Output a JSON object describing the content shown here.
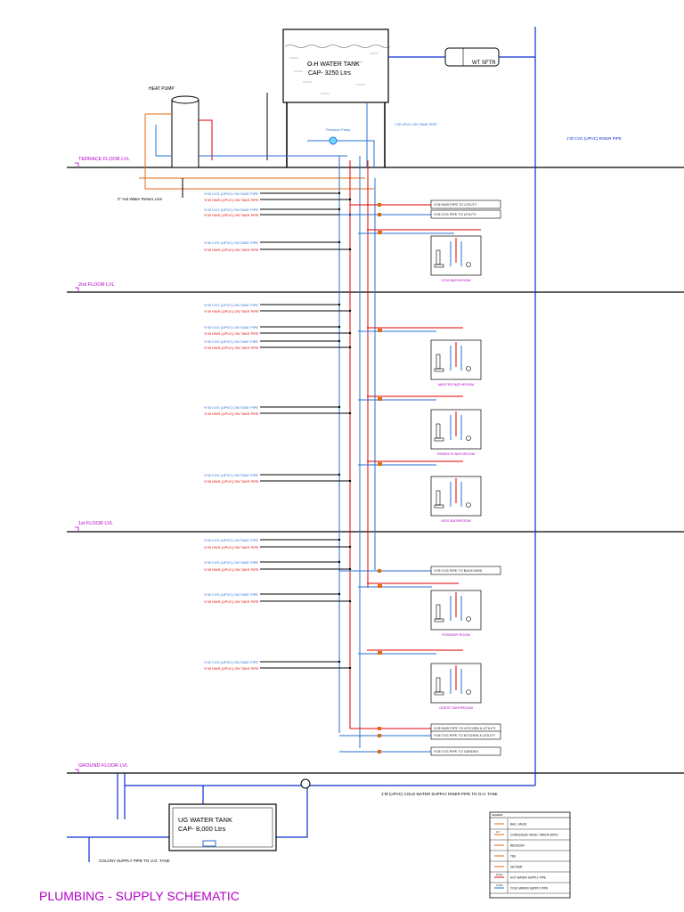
{
  "title": "PLUMBING - SUPPLY SCHEMATIC",
  "floors": [
    "TERRACE FLOOR LVL",
    "2nd FLOOR LVL",
    "1st FLOOR LVL",
    "GROUND FLOOR LVL"
  ],
  "oh_tank": {
    "line1": "O.H WATER TANK",
    "line2": "CAP- 3250 Ltrs"
  },
  "ug_tank": {
    "line1": "UG WATER TANK",
    "line2": "CAP- 8,000 Ltrs"
  },
  "wt_soft": "WT SFTR",
  "heat_pump": "HEAT PUMP",
  "pressure_pump": "Pressure Pump",
  "hot_return": "2\" Hot Water Return Line",
  "riser_label": "1\"Ø CVG (UPVC) RISER PIPE",
  "oh_pipe": "1\"Ø UPVC ON TANK PIPE",
  "cold_riser": "1\"Ø (UPVC) COLD WATER SUPPLY RISER PIPE TO O.H. TANK",
  "colony_supply": "COLONY SUPPLY PIPE TO U.G. TANK",
  "pipe_cold": "½\"Ø CVG (UPVC) ON TAKE PIPE",
  "pipe_hot": "½\"Ø HWS (UPVC) ON TAKE PIPE",
  "rooms": [
    "GYM BATHROOM",
    "MASTER BATHROOM",
    "PARENTS BATHROOM",
    "KIDS BATHROOM",
    "POWDER ROOM",
    "GUEST BATHROOM"
  ],
  "utility_labels": {
    "hws_utility": "½\"Ø HWS PIPE TO UTILITY",
    "cvg_utility": "½\"Ø CVG PIPE TO UTILITY",
    "cvg_backyard": "½\"Ø CVG PIPE TO BACKYARD",
    "hws_kitchen": "½\"Ø HWS PIPE TO KITCHEN & UTILITY",
    "cvg_kitchen": "½\"Ø CVG PIPE TO KITCHEN & UTILITY",
    "cvg_garden": "½\"Ø CVG PIPE TO GARDEN"
  },
  "legend": {
    "header": "LEGEND",
    "items": [
      "BALL VALVE",
      "CONCEALED VALVE / WASTE BATH",
      "REDUCER",
      "TEE",
      "GEYSER",
      "HOT WATER SUPPLY PIPE",
      "COLD WATER SUPPLY PIPE"
    ],
    "prefix": [
      "",
      "CV",
      "",
      "",
      "",
      "H.W.S",
      "C.W.S"
    ]
  },
  "colors": {
    "hot": "#e00000",
    "cold": "#2a6fd6",
    "riser": "#0a2fd0",
    "floor": "#000000",
    "label": "#b400c8",
    "text": "#222222"
  }
}
